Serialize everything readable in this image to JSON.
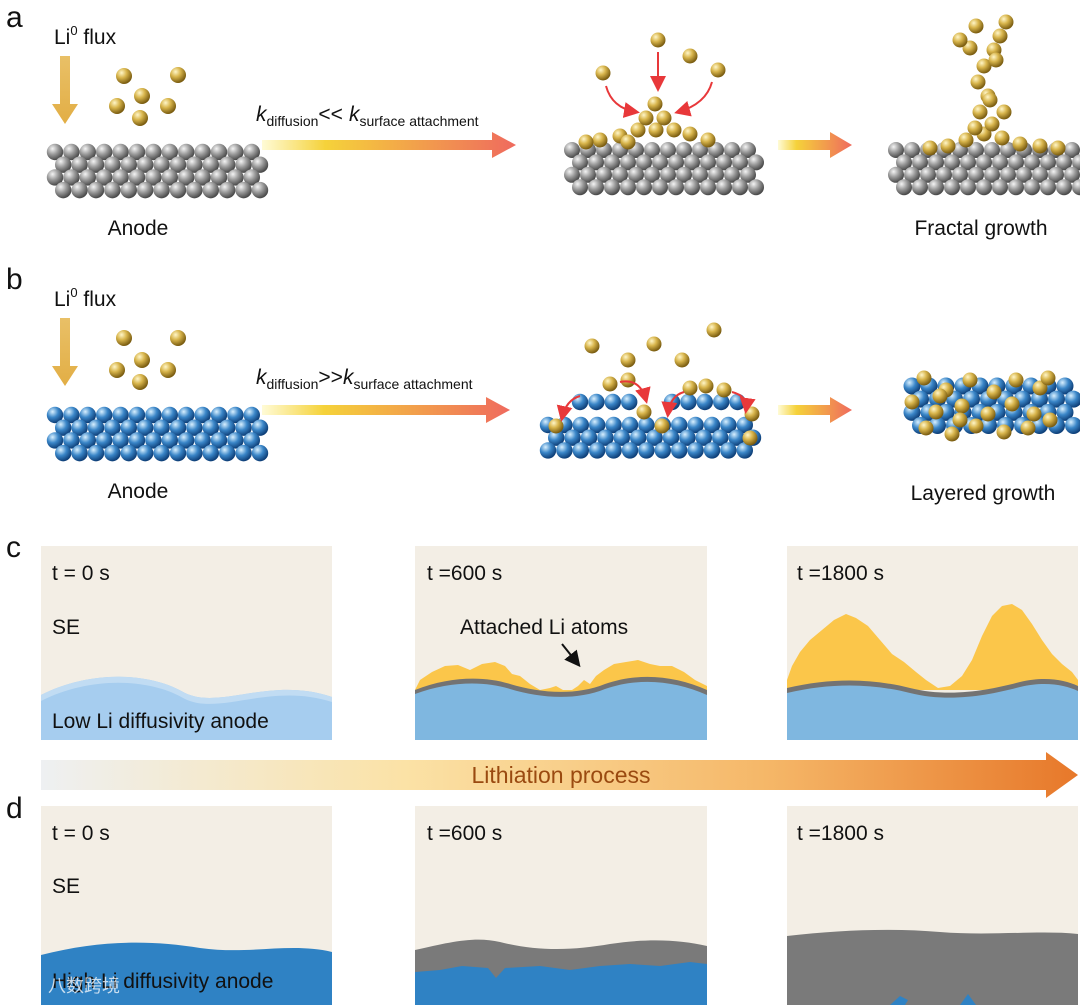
{
  "panel_a": {
    "letter": "a",
    "flux_label": "Li",
    "flux_sup": "0",
    "flux_word": " flux",
    "anode_label": "Anode",
    "k1": "k",
    "k1_sub": "diffusion",
    "relation": "<<",
    "k2": "k",
    "k2_sub": "surface attachment",
    "result_label": "Fractal growth"
  },
  "panel_b": {
    "letter": "b",
    "flux_label": "Li",
    "flux_sup": "0",
    "flux_word": " flux",
    "anode_label": "Anode",
    "k1": "k",
    "k1_sub": "diffusion",
    "relation": ">>",
    "k2": "k",
    "k2_sub": "surface attachment",
    "result_label": "Layered growth"
  },
  "panel_c": {
    "letter": "c",
    "frames": [
      "t = 0 s",
      "t =600 s",
      "t =1800 s"
    ],
    "se_label": "SE",
    "anode_label": "Low Li diffusivity anode",
    "annotation": "Attached Li atoms"
  },
  "process_label": "Lithiation process",
  "panel_d": {
    "letter": "d",
    "frames": [
      "t = 0 s",
      "t =600 s",
      "t =1800 s"
    ],
    "se_label": "SE",
    "anode_label": "High Li diffusivity anode"
  },
  "watermark": "八数跨境",
  "colors": {
    "li_gold": "#c9a53a",
    "anode_gray": "#8a8a8a",
    "anode_blue": "#3a86c8",
    "sim_bg": "#f3eee5",
    "low_anode": "#7fb7e0",
    "high_anode": "#2f82c4",
    "attached_li": "#fbc64a",
    "interphase": "#737373",
    "arrow_red": "#e8383a",
    "process_end": "#e7782a"
  }
}
